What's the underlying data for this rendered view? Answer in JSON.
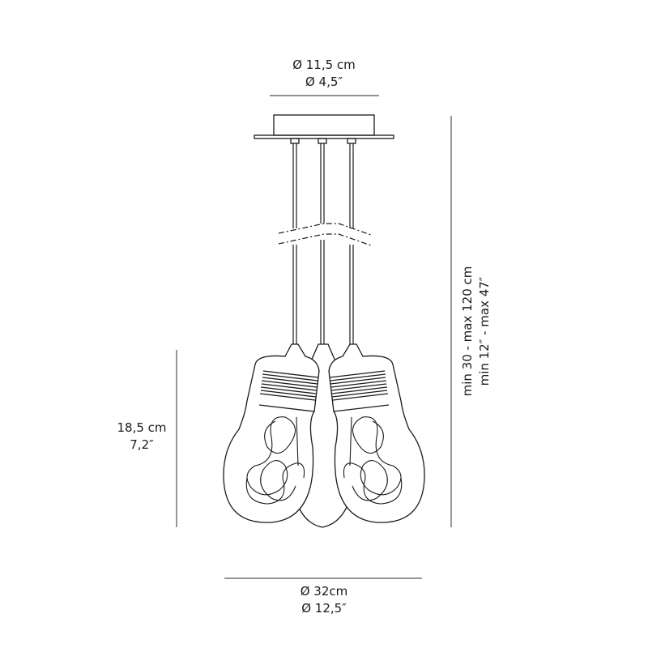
{
  "drawing": {
    "subject": "Three-bulb pendant lamp dimension drawing",
    "line_color": "#1a1a1a",
    "dimension_line_color": "#555555",
    "background": "#ffffff"
  },
  "dimensions": {
    "canopy_diameter": {
      "metric": "Ø 11,5 cm",
      "imperial": "Ø 4,5″"
    },
    "suspension_length": {
      "metric": "min 30 - max 120 cm",
      "imperial": "min 12″ - max 47″"
    },
    "bulb_height": {
      "metric": "18,5 cm",
      "imperial": "7,2″"
    },
    "overall_diameter": {
      "metric": "Ø 32cm",
      "imperial": "Ø 12,5″"
    }
  }
}
